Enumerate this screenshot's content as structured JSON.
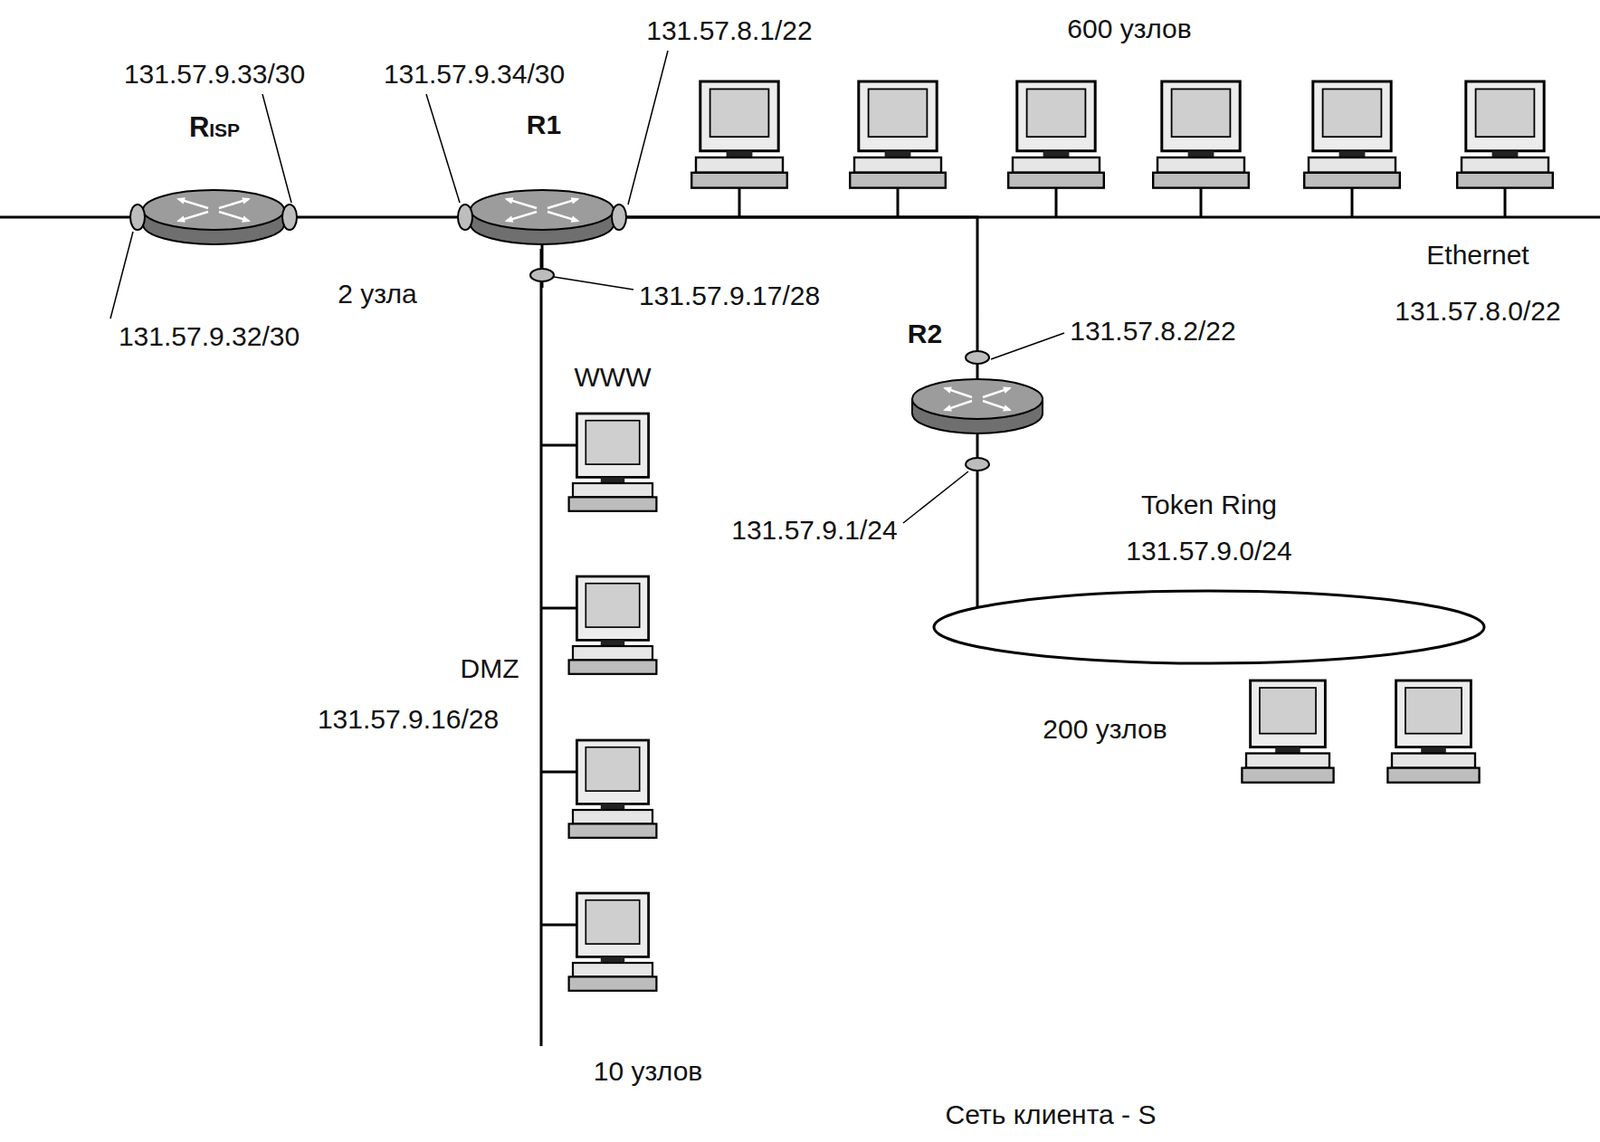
{
  "diagram": {
    "caption": "Сеть клиента - S",
    "nodes": [
      {
        "text": [
          "RISP"
        ]
      },
      {
        "text": [
          "R1"
        ]
      },
      {
        "text": [
          "R2"
        ]
      }
    ],
    "edges": [
      {
        "from": 0,
        "to": 1,
        "arrow": "none",
        "label": "2 узла"
      },
      {
        "from": 1,
        "to": 2,
        "arrow": "none"
      }
    ],
    "labels": [
      "131.57.9.33/30",
      "131.57.9.34/30",
      "131.57.8.1/22",
      "600 узлов",
      "131.57.9.32/30",
      "131.57.9.17/28",
      "WWW",
      "131.57.8.2/22",
      "Ethernet",
      "131.57.8.0/22",
      "131.57.9.1/24",
      "Token Ring",
      "131.57.9.0/24",
      "DMZ",
      "131.57.9.16/28",
      "200 узлов",
      "10 узлов"
    ]
  }
}
